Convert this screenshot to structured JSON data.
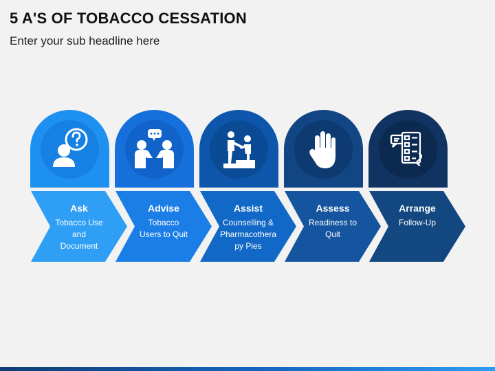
{
  "slide": {
    "title": "5 A'S OF TOBACCO CESSATION",
    "subtitle": "Enter your sub headline here"
  },
  "steps": [
    {
      "title": "Ask",
      "desc": "Tobacco Use and Document",
      "icon": "question-person-icon",
      "color": "#1e90f0",
      "circle_color": "#1681e2",
      "chevron_color": "#2e9ff5"
    },
    {
      "title": "Advise",
      "desc": "Tobacco Users to Quit",
      "icon": "conversation-icon",
      "color": "#1570dc",
      "circle_color": "#1163c9",
      "chevron_color": "#1a7ee6"
    },
    {
      "title": "Assist",
      "desc": "Counselling & Pharmacothera py Pies",
      "icon": "helping-hand-icon",
      "color": "#0e56ab",
      "circle_color": "#0b4b96",
      "chevron_color": "#1268c6"
    },
    {
      "title": "Assess",
      "desc": "Readiness to Quit",
      "icon": "stop-hand-icon",
      "color": "#114583",
      "circle_color": "#0d3a70",
      "chevron_color": "#15559f"
    },
    {
      "title": "Arrange",
      "desc": "Follow-Up",
      "icon": "checklist-icon",
      "color": "#103361",
      "circle_color": "#0c2950",
      "chevron_color": "#134780"
    }
  ]
}
